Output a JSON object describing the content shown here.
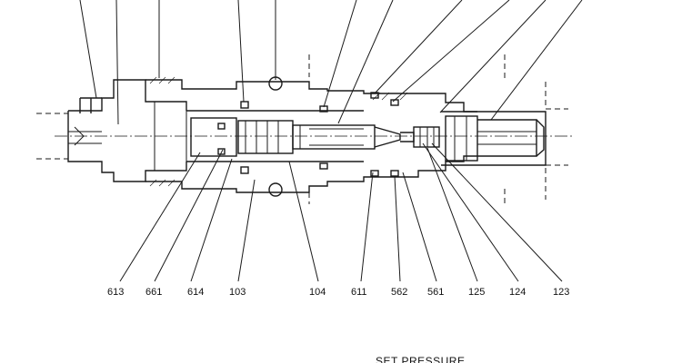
{
  "diagram": {
    "labels": [
      "613",
      "661",
      "614",
      "103",
      "104",
      "611",
      "562",
      "561",
      "125",
      "124",
      "123"
    ],
    "caption": "SET PRESSURE"
  }
}
